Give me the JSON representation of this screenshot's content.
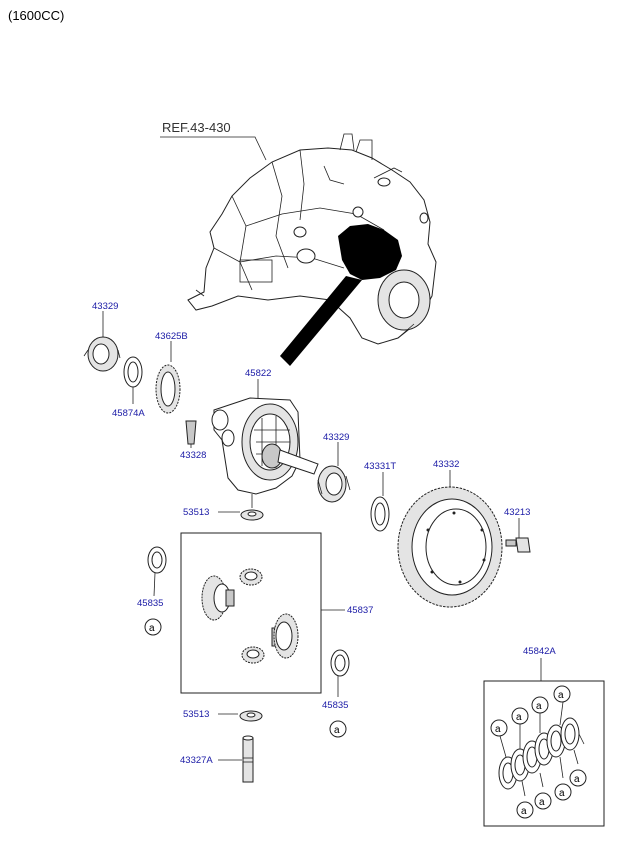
{
  "header": {
    "title": "(1600CC)"
  },
  "reference": {
    "label": "REF.43-430"
  },
  "parts": {
    "p43329_top": "43329",
    "p45874A": "45874A",
    "p43625B": "43625B",
    "p45822": "45822",
    "p43328": "43328",
    "p43329_mid": "43329",
    "p43331T": "43331T",
    "p43332": "43332",
    "p53513_top": "53513",
    "p43213": "43213",
    "p45835_left": "45835",
    "p45837": "45837",
    "p45835_right": "45835",
    "p53513_bottom": "53513",
    "p43327A": "43327A",
    "p45842A": "45842A"
  },
  "markers": {
    "a": "a"
  }
}
